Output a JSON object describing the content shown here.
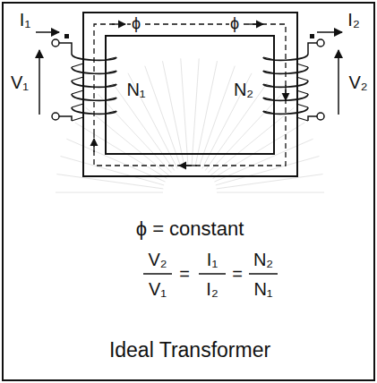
{
  "diagram": {
    "caption": "Ideal Transformer",
    "labels": [
      "I₁",
      "V₁",
      "N₁",
      "ϕ",
      "ϕ",
      "I₂",
      "N₂",
      "V₂",
      "ϕ = constant",
      "V₂",
      "V₁",
      "=",
      "I₁",
      "I₂",
      "=",
      "N₂",
      "N₁"
    ]
  }
}
